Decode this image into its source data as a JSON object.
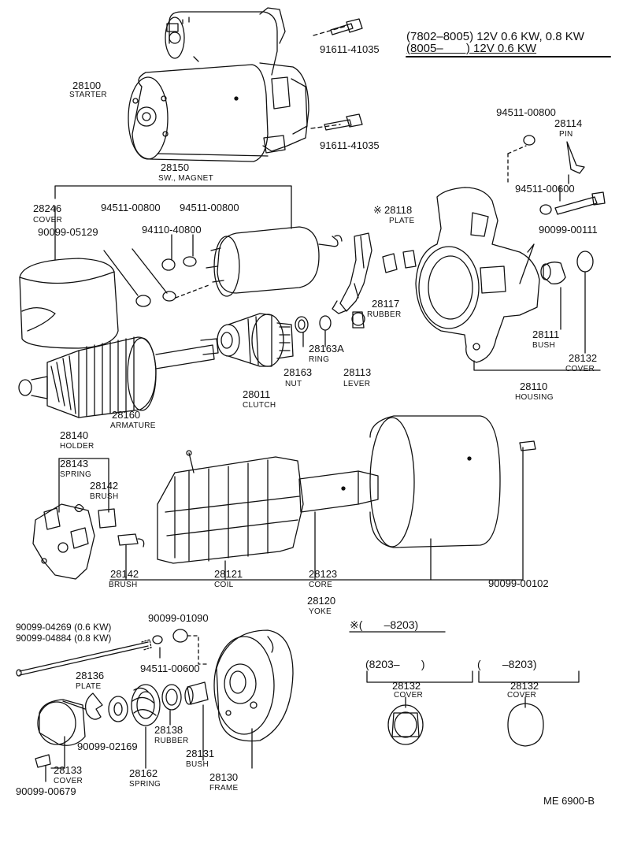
{
  "spec": {
    "line1": "(7802–8005) 12V 0.6 KW, 0.8 KW",
    "line2": "(8005–       ) 12V 0.6 KW"
  },
  "parts": {
    "p91611_41035_top": "91611-41035",
    "p91611_41035_bot": "91611-41035",
    "p28100": "28100",
    "n28100": "STARTER",
    "p94511_00800_r": "94511-00800",
    "p28114": "28114",
    "n28114": "PIN",
    "p94511_00600_r": "94511-00600",
    "p90099_00111": "90099-00111",
    "p28150": "28150",
    "n28150": "SW., MAGNET",
    "p28246": "28246",
    "n28246": "COVER",
    "p90099_05129": "90099-05129",
    "p94511_00800_a": "94511-00800",
    "p94511_00800_b": "94511-00800",
    "p94110_40800": "94110-40800",
    "mark28118": "※",
    "p28118": "28118",
    "n28118": "PLATE",
    "p28117": "28117",
    "n28117": "RUBBER",
    "p28163A": "28163A",
    "n28163A": "RING",
    "p28163": "28163",
    "n28163": "NUT",
    "p28113": "28113",
    "n28113": "LEVER",
    "p28011": "28011",
    "n28011": "CLUTCH",
    "p28111": "28111",
    "n28111": "BUSH",
    "p28132a": "28132",
    "n28132a": "COVER",
    "p28110": "28110",
    "n28110": "HOUSING",
    "p28160": "28160",
    "n28160": "ARMATURE",
    "p28140": "28140",
    "n28140": "HOLDER",
    "p28143": "28143",
    "n28143": "SPRING",
    "p28142a": "28142",
    "n28142a": "BRUSH",
    "p28142b": "28142",
    "n28142b": "BRUSH",
    "p28121": "28121",
    "n28121": "COIL",
    "p28123": "28123",
    "n28123": "CORE",
    "p90099_00102": "90099-00102",
    "p28120": "28120",
    "n28120": "YOKE",
    "p90099_04269": "90099-04269 (0.6 KW)",
    "p90099_04884": "90099-04884 (0.8 KW)",
    "p90099_01090": "90099-01090",
    "p94511_00600_b": "94511-00600",
    "p28136": "28136",
    "n28136": "PLATE",
    "p90099_02169": "90099-02169",
    "p28138": "28138",
    "n28138": "RUBBER",
    "p28131": "28131",
    "n28131": "BUSH",
    "p28162": "28162",
    "n28162": "SPRING",
    "p28130": "28130",
    "n28130": "FRAME",
    "p28133": "28133",
    "n28133": "COVER",
    "p90099_00679": "90099-00679"
  },
  "note": {
    "header": "※(       –8203)",
    "left_range": "(8203–       )",
    "right_range": "(       –8203)",
    "left_part": "28132",
    "left_name": "COVER",
    "right_part": "28132",
    "right_name": "COVER"
  },
  "code": "ME  6900-B"
}
